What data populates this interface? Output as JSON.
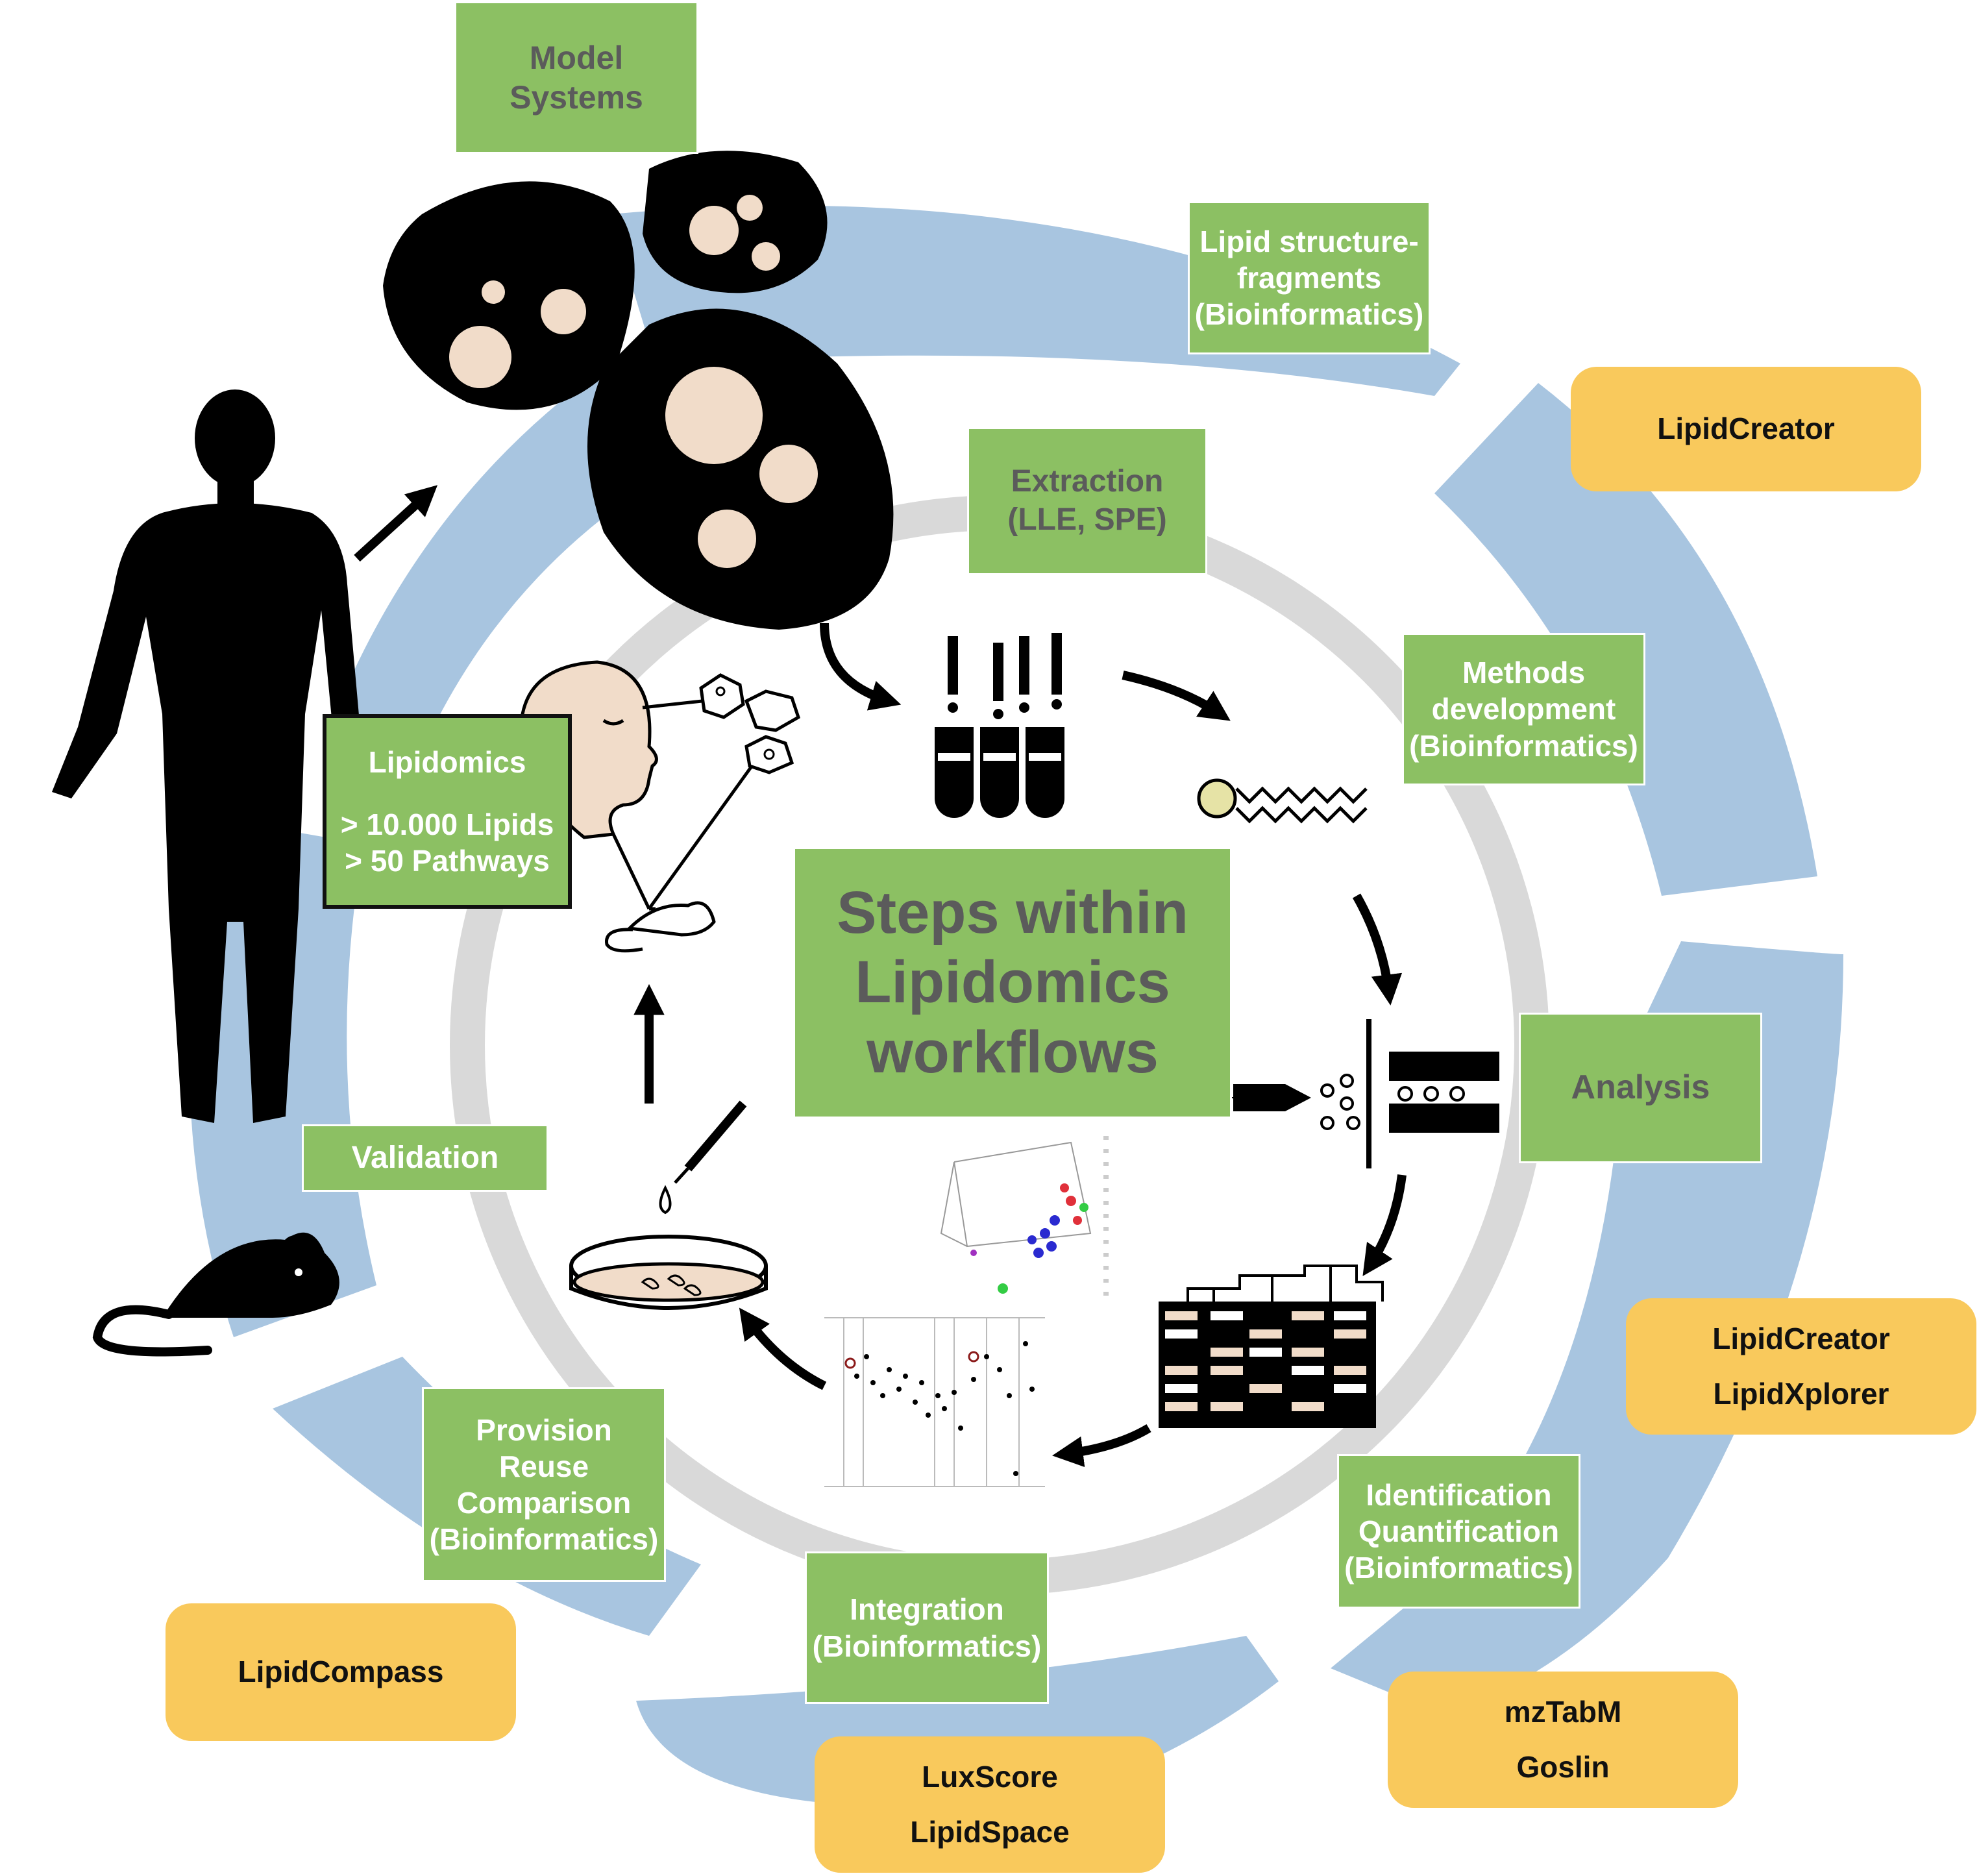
{
  "colors": {
    "outer_ring": "#a8c5e0",
    "inner_ring": "#d9d9d9",
    "green_box": "#8cc063",
    "yellow_box": "#f9c95c",
    "silhouette": "#000000",
    "cell_spot": "#f1dcc9"
  },
  "center_title": {
    "lines": [
      "Steps within",
      "Lipidomics",
      "workflows"
    ]
  },
  "steps": {
    "model_systems": [
      "Model",
      "Systems"
    ],
    "lipid_structure": [
      "Lipid structure-",
      "fragments",
      "(Bioinformatics)"
    ],
    "extraction": [
      "Extraction",
      "(LLE, SPE)"
    ],
    "methods": [
      "Methods",
      "development",
      "(Bioinformatics)"
    ],
    "analysis": [
      "Analysis"
    ],
    "identification": [
      "Identification",
      "Quantification",
      "(Bioinformatics)"
    ],
    "integration": [
      "Integration",
      "(Bioinformatics)"
    ],
    "provision": [
      "Provision",
      "Reuse",
      "Comparison",
      "(Bioinformatics)"
    ],
    "validation": [
      "Validation"
    ],
    "lipidomics": [
      "Lipidomics",
      "",
      "> 10.000 Lipids",
      "> 50 Pathways"
    ]
  },
  "tools": {
    "lipidcreator_top": [
      "LipidCreator"
    ],
    "lipidcreator_xplorer": [
      "LipidCreator",
      "LipidXplorer"
    ],
    "mztabm_goslin": [
      "mzTabM",
      "Goslin"
    ],
    "luxscore_lipidspace": [
      "LuxScore",
      "LipidSpace"
    ],
    "lipidcompass": [
      "LipidCompass"
    ]
  },
  "icons": [
    "human-silhouette-icon",
    "mouse-silhouette-icon",
    "yeast-cells-icon",
    "scientist-head-icon",
    "pipette-tubes-icon",
    "lipid-molecule-icon",
    "mass-spectrometer-icon",
    "heatmap-icon",
    "scatter-plot-icon",
    "petri-dish-icon",
    "dropper-icon"
  ]
}
